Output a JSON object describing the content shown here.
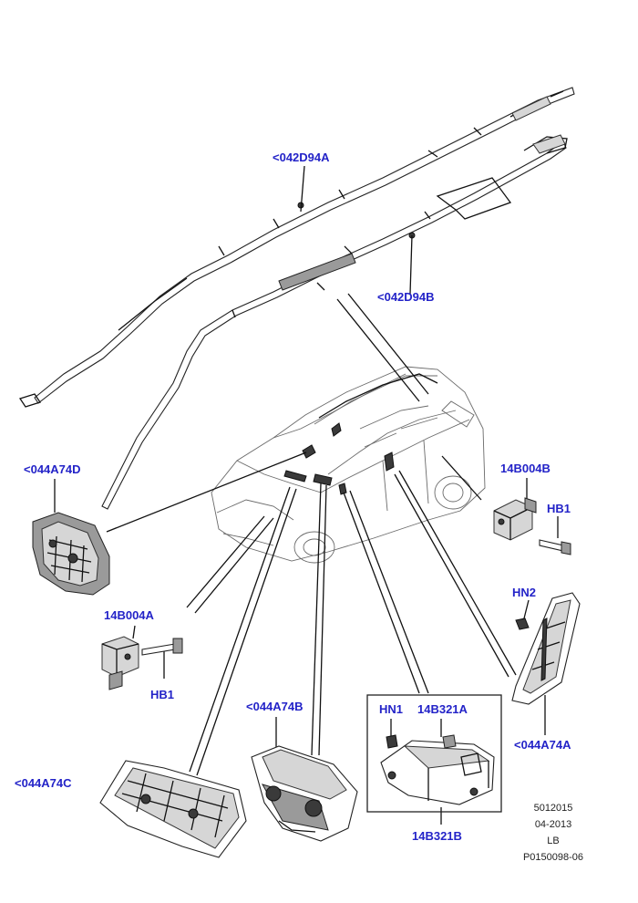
{
  "callouts": {
    "curtain_airbag_left": "<042D94A",
    "curtain_airbag_right": "<042D94B",
    "driver_airbag": "<044A74D",
    "sensor_b": "14B004B",
    "bolt_b": "HB1",
    "nut_hn2": "HN2",
    "sensor_a": "14B004A",
    "bolt_a": "HB1",
    "knee_airbag": "<044A74B",
    "side_airbag": "<044A74A",
    "passenger_airbag": "<044A74C",
    "module_nut": "HN1",
    "module_top": "14B321A",
    "module_bottom": "14B321B"
  },
  "meta": {
    "code1": "5012015",
    "date": "04-2013",
    "region": "LB",
    "illustration_id": "P0150098-06"
  },
  "colors": {
    "callout": "#2323c8",
    "linework": "#111111"
  }
}
